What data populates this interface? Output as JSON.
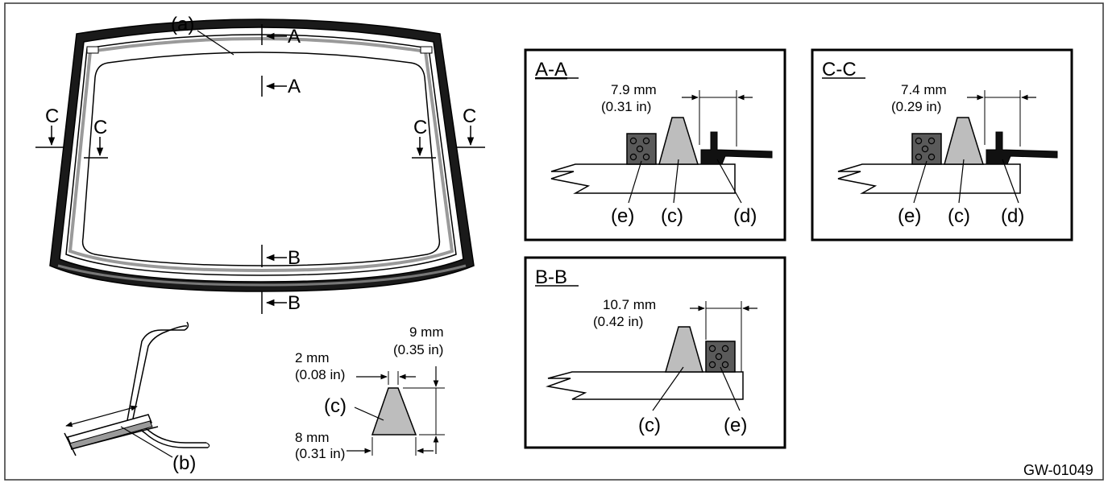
{
  "figure_code": "GW-01049",
  "windshield": {
    "label_a": "(a)",
    "section_cuts": {
      "a_top": "A",
      "a_bottom": "A",
      "b_top": "B",
      "b_bottom": "B",
      "c_outer_left": "C",
      "c_inner_left": "C",
      "c_inner_right": "C",
      "c_outer_right": "C"
    }
  },
  "detail_b": {
    "label": "(b)"
  },
  "dam_profile": {
    "label": "(c)",
    "top_width": "2 mm",
    "top_width_in": "(0.08 in)",
    "height": "9 mm",
    "height_in": "(0.35 in)",
    "bottom_width": "8 mm",
    "bottom_width_in": "(0.31 in)"
  },
  "section_aa": {
    "title": "A-A",
    "distance": "7.9 mm",
    "distance_in": "(0.31 in)",
    "labels": [
      "(e)",
      "(c)",
      "(d)"
    ]
  },
  "section_cc": {
    "title": "C-C",
    "distance": "7.4 mm",
    "distance_in": "(0.29 in)",
    "labels": [
      "(e)",
      "(c)",
      "(d)"
    ]
  },
  "section_bb": {
    "title": "B-B",
    "distance": "10.7 mm",
    "distance_in": "(0.42 in)",
    "labels": [
      "(c)",
      "(e)"
    ]
  },
  "colors": {
    "dam_fill": "#bdbdbd",
    "spacer_fill": "#5a5a5a",
    "molding_fill": "#111111",
    "frame_black": "#1a1a1a"
  }
}
